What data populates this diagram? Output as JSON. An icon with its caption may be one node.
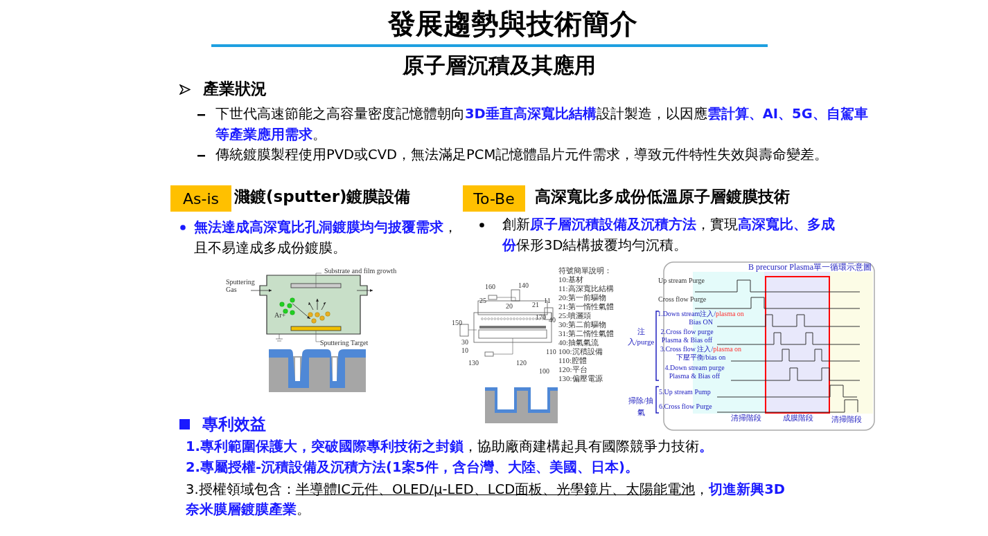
{
  "diagram": {
    "title": "發展趨勢與技術簡介",
    "caption": "原子層沉積及其應用",
    "nodes": [
      {
        "text": [
          "As-is"
        ],
        "beside": [
          "濺鍍(sputter)鍍膜設備"
        ]
      },
      {
        "text": [
          "To-Be"
        ],
        "beside": [
          "高深寬比多成份低溫原子層鍍膜技術"
        ]
      }
    ],
    "labels": [
      "產業狀況",
      "下世代高速節能之高容量密度記憶體朝向**3D垂直高深寬比結構**設計製造，以因應**雲計算、AI、5G、自駕車等產業應用需求**。",
      "傳統鍍膜製程使用PVD或CVD，無法滿足PCM記憶體晶片元件需求，導致元件特性失效與壽命變差。",
      "**無法達成高深寬比孔洞鍍膜均勻披覆需求**，且不易達成多成份鍍膜。",
      "創新**原子層沉積設備及沉積方法**，實現**高深寬比、多成份**保形3D結構披覆均勻沉積。",
      "Substrate and film growth",
      "Sputtering Gas",
      "Ar+",
      "Sputtering Target",
      "符號簡單說明：",
      "10:基材",
      "11:高深寬比結構",
      "20:第一前驅物",
      "21:第一惰性氣體",
      "25:噴灑頭",
      "30:第二前驅物",
      "31:第二惰性氣體",
      "40:抽氣氣流",
      "100:沉積設備",
      "110:腔體",
      "120:平台",
      "130:偏壓電源",
      "160",
      "140",
      "25",
      "20",
      "21",
      "11",
      "40",
      "170",
      "150",
      "30",
      "10",
      "110",
      "130",
      "120",
      "100",
      "B precursor Plasma單一循環示意圖",
      "Up stream Purge",
      "Cross flow Purge",
      "1.Down stream注入/*plasma on* Bias ON",
      "2.Cross flow purge Plasma & Bias off",
      "3.Cross flow 注入/*plasma on* 下壓平衡/bias on",
      "4.Down stream purge Plasma & Bias off",
      "5.Up stream Pump",
      "6.Cross flow Purge",
      "注入/purge",
      "掃除/抽氣",
      "清掃階段",
      "成膜階段",
      "清掃階段",
      "專利效益",
      "**1.專利範圍保護大，突破國際專利技術之封鎖**，協助廠商建構起具有國際競爭力技術**。**",
      "2.專屬授權-沉積設備及沉積方法(1案5件，含台灣、大陸、美國、日本)。",
      "3.授權領域包含：*半導體IC元件、OLED/μ-LED、LCD面板、光學鏡片、太陽能電池*，**切進新興3D奈米膜層鍍膜產業**。"
    ]
  }
}
